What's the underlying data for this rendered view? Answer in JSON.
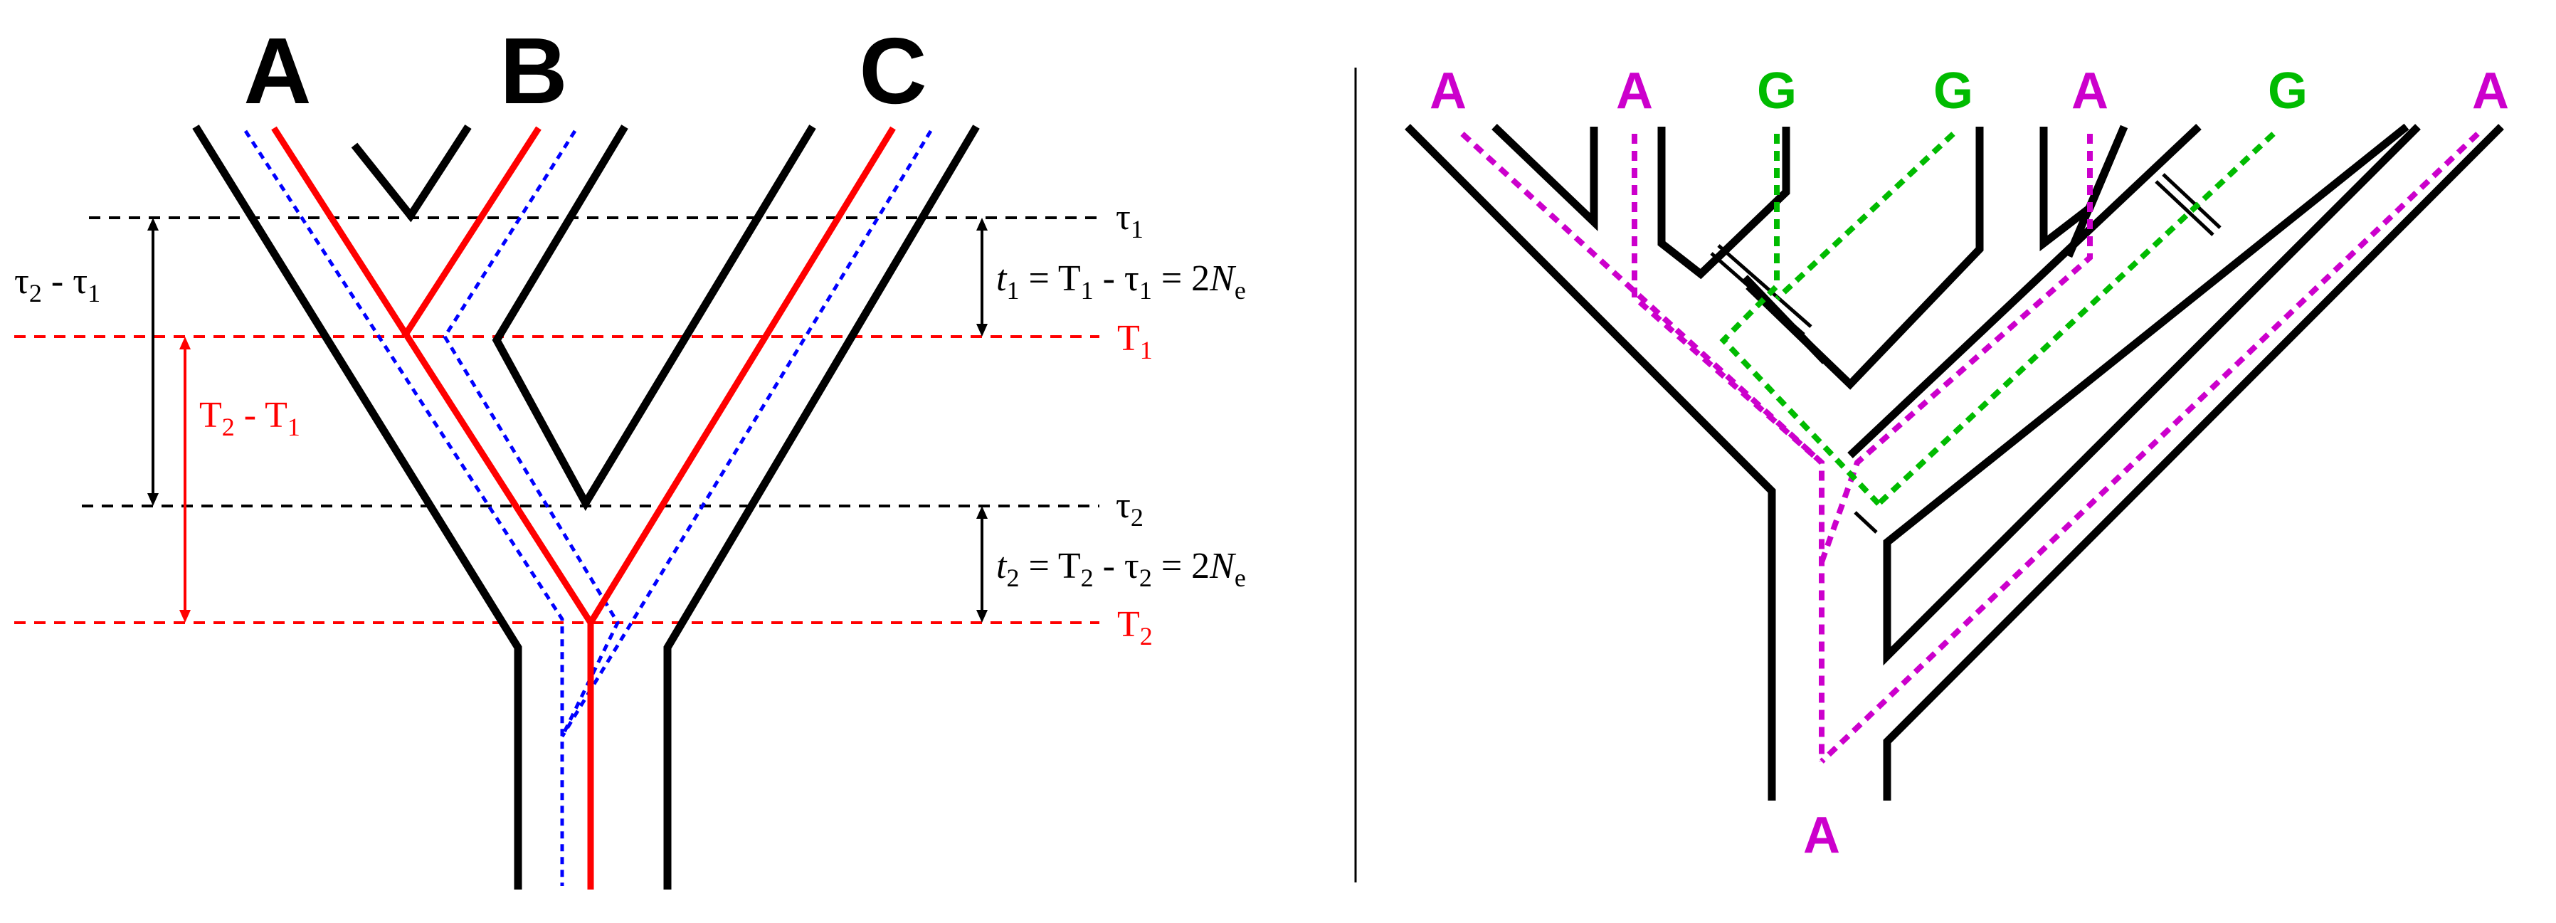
{
  "colors": {
    "species_tree": "#000000",
    "gene_tree": "#ff0000",
    "gene_tree_alt": "#0000ff",
    "allele_A": "#cc00cc",
    "allele_G": "#00bb00",
    "background": "#ffffff"
  },
  "left_panel": {
    "species": [
      "A",
      "B",
      "C"
    ],
    "tau1": {
      "sym": "τ",
      "sub": "1"
    },
    "tau2": {
      "sym": "τ",
      "sub": "2"
    },
    "T1": {
      "sym": "T",
      "sub": "1"
    },
    "T2": {
      "sym": "T",
      "sub": "2"
    },
    "tau_diff": {
      "a": "τ",
      "a_sub": "2",
      "op": " - ",
      "b": "τ",
      "b_sub": "1"
    },
    "T_diff": {
      "a": "T",
      "a_sub": "2",
      "op": " - ",
      "b": "T",
      "b_sub": "1"
    },
    "t1_eq": {
      "t": "t",
      "t_sub": "1",
      "eq1": " = T",
      "T_sub": "1",
      "minus": " - τ",
      "tau_sub": "1",
      "eq2": " = 2",
      "N": "N",
      "N_sub": "e"
    },
    "t2_eq": {
      "t": "t",
      "t_sub": "2",
      "eq1": " = T",
      "T_sub": "2",
      "minus": " - τ",
      "tau_sub": "2",
      "eq2": " = 2",
      "N": "N",
      "N_sub": "e"
    }
  },
  "right_panel": {
    "tips": [
      "A",
      "A",
      "G",
      "G",
      "A",
      "G",
      "A"
    ],
    "root": "A"
  }
}
